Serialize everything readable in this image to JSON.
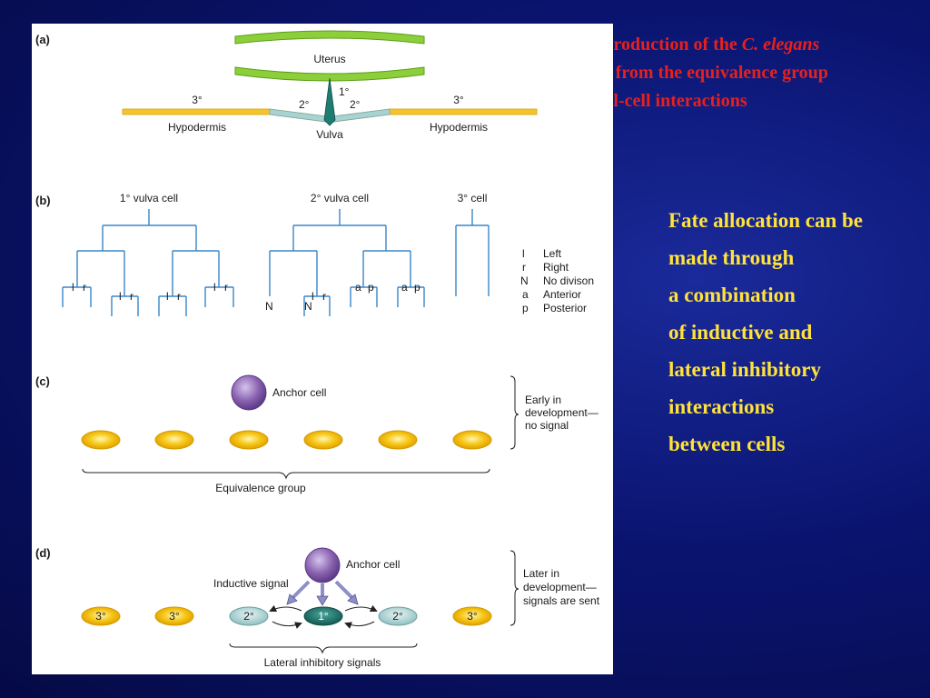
{
  "title": {
    "line1_pre": "The production of the ",
    "line1_species": "C. elegans",
    "line2": "vulva from the equivalence group",
    "line3": "by cell-cell interactions"
  },
  "bullets": [
    "Fate allocation can be",
    "made through",
    "a combination",
    "of inductive and",
    "lateral inhibitory",
    "interactions",
    "between cells"
  ],
  "panel_a": {
    "label": "(a)",
    "uterus": "Uterus",
    "primary": "1°",
    "secondary": "2°",
    "tertiary": "3°",
    "hypodermis": "Hypodermis",
    "vulva": "Vulva"
  },
  "panel_b": {
    "label": "(b)",
    "primary_cell": "1° vulva cell",
    "secondary_cell": "2° vulva cell",
    "tertiary_cell": "3° cell",
    "l": "l",
    "r": "r",
    "n": "N",
    "a": "a",
    "p": "p",
    "legend": [
      {
        "key": "l",
        "text": "Left"
      },
      {
        "key": "r",
        "text": "Right"
      },
      {
        "key": "N",
        "text": "No divison"
      },
      {
        "key": "a",
        "text": "Anterior"
      },
      {
        "key": "p",
        "text": "Posterior"
      }
    ]
  },
  "panel_c": {
    "label": "(c)",
    "anchor_cell": "Anchor cell",
    "note_lines": [
      "Early in",
      "development—",
      "no signal"
    ],
    "group": "Equivalence group"
  },
  "panel_d": {
    "label": "(d)",
    "anchor_cell": "Anchor cell",
    "inductive": "Inductive signal",
    "cells": [
      "3°",
      "3°",
      "2°",
      "1°",
      "2°",
      "3°"
    ],
    "note_lines": [
      "Later in",
      "development—",
      "signals are sent"
    ],
    "lateral": "Lateral inhibitory signals"
  },
  "colors": {
    "title": "#e8201c",
    "bullets": "#ffe23a",
    "yellow_cell": "#f4b400",
    "secondary_cell": "#a9d2d2",
    "primary_cell": "#1f7c72",
    "anchor": "#8a62b0",
    "tree_line": "#3a86c8"
  }
}
